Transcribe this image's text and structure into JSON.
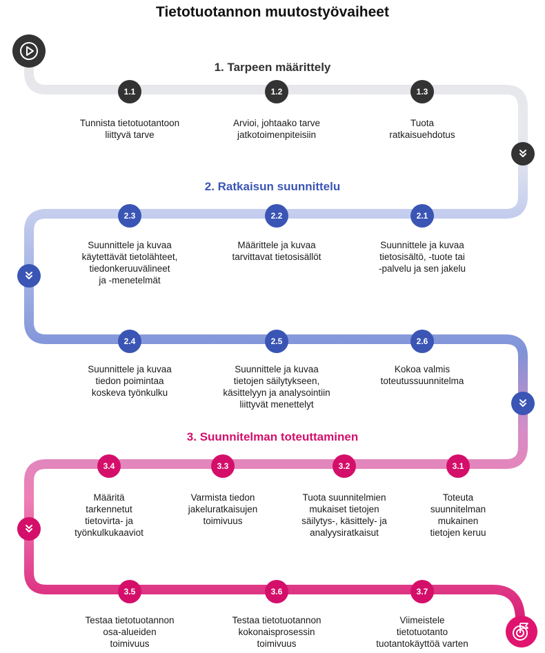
{
  "title": "Tietotuotannon muutostyövaiheet",
  "colors": {
    "phase1": "#333333",
    "phase2": "#3a55b4",
    "phase3": "#d40f6a",
    "path_phase1": "#e6e6e8",
    "path_phase2": "#8e9fdc",
    "path_phase3": "#ea6fa9"
  },
  "icons": {
    "start": "play-icon",
    "end": "target-flag-icon",
    "connector": "chevron-down-icon"
  },
  "phases": [
    {
      "title": "1. Tarpeen määrittely",
      "steps": [
        {
          "id": "1.1",
          "text": "Tunnista tietotuotantoon\nliittyvä tarve"
        },
        {
          "id": "1.2",
          "text": "Arvioi, johtaako tarve\njatkotoimenpiteisiin"
        },
        {
          "id": "1.3",
          "text": "Tuota\nratkaisuehdotus"
        }
      ]
    },
    {
      "title": "2. Ratkaisun suunnittelu",
      "steps": [
        {
          "id": "2.1",
          "text": "Suunnittele ja kuvaa\ntietosisältö, -tuote tai\n-palvelu ja sen jakelu"
        },
        {
          "id": "2.2",
          "text": "Määrittele ja kuvaa\ntarvittavat tietosisällöt"
        },
        {
          "id": "2.3",
          "text": "Suunnittele ja kuvaa\nkäytettävät tietolähteet,\ntiedonkeruuvälineet\nja -menetelmät"
        },
        {
          "id": "2.4",
          "text": "Suunnittele ja kuvaa\ntiedon poimintaa\nkoskeva työnkulku"
        },
        {
          "id": "2.5",
          "text": "Suunnittele ja kuvaa\ntietojen säilytykseen,\nkäsittelyyn ja analysointiin\nliittyvät menettelyt"
        },
        {
          "id": "2.6",
          "text": "Kokoa valmis\ntoteutussuunnitelma"
        }
      ]
    },
    {
      "title": "3. Suunnitelman toteuttaminen",
      "steps": [
        {
          "id": "3.1",
          "text": "Toteuta\nsuunnitelman\nmukainen\ntietojen keruu"
        },
        {
          "id": "3.2",
          "text": "Tuota suunnitelmien\nmukaiset tietojen\nsäilytys-, käsittely- ja\nanalyysiratkaisut"
        },
        {
          "id": "3.3",
          "text": "Varmista tiedon\njakeluratkaisujen\ntoimivuus"
        },
        {
          "id": "3.4",
          "text": "Määritä\ntarkennetut\ntietovirta- ja\ntyönkulkukaaviot"
        },
        {
          "id": "3.5",
          "text": "Testaa tietotuotannon\nosa-alueiden\ntoimivuus"
        },
        {
          "id": "3.6",
          "text": "Testaa tietotuotannon\nkokonaisprosessin\ntoimivuus"
        },
        {
          "id": "3.7",
          "text": "Viimeistele\ntietotuotanto\ntuotantokäyttöä varten"
        }
      ]
    }
  ]
}
